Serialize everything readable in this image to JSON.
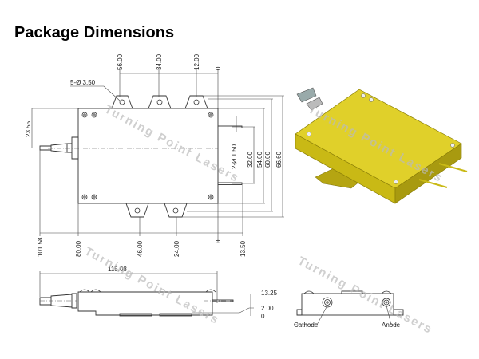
{
  "title": "Package Dimensions",
  "watermark": "Turning Point Lasers",
  "top_view": {
    "hole_callout": "5-Ø 3.50",
    "pin_callout": "2-Ø 1.50",
    "top_dims": [
      "56.00",
      "34.00",
      "12.00",
      "0"
    ],
    "left_dim": "23.55",
    "right_dims": [
      "32.00",
      "54.00",
      "60.00",
      "66.60"
    ],
    "bottom_dims": [
      "101.58",
      "80.00",
      "46.00",
      "24.00",
      "0",
      "13.50"
    ]
  },
  "side_view": {
    "length_dim": "115.08",
    "height_dims": [
      "13.25",
      "2.00",
      "0"
    ]
  },
  "end_view": {
    "cathode_label": "Cathode",
    "anode_label": "Anode"
  },
  "colors": {
    "package": "#d4c41a",
    "package_dark": "#a89a10"
  }
}
